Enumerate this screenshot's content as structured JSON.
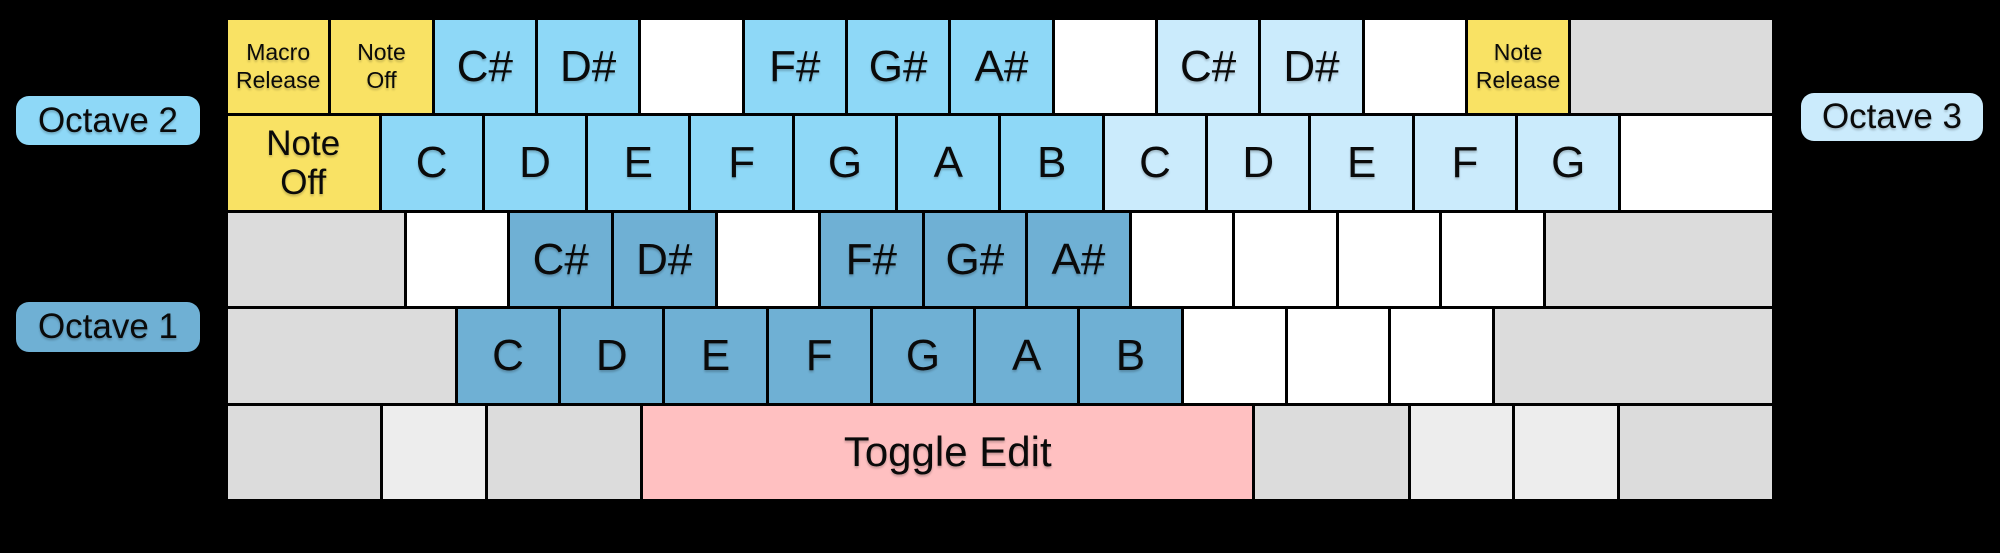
{
  "colors": {
    "background": "#000000",
    "yellow": "#F9E264",
    "octave1": "#6FB0D4",
    "octave2": "#8ED8F7",
    "octave3": "#CBEBFC",
    "pink": "#FFC0C1",
    "gray": "#DCDCDC",
    "lightgray": "#EDEDED",
    "white": "#FFFFFF"
  },
  "octave_labels": {
    "octave1": "Octave 1",
    "octave2": "Octave 2",
    "octave3": "Octave 3"
  },
  "keyboard": {
    "rows": [
      {
        "keys": [
          {
            "name": "key-macro-release",
            "label": "Macro\nRelease",
            "color": "yellow",
            "w": 1,
            "size": "small"
          },
          {
            "name": "key-note-off-top",
            "label": "Note\nOff",
            "color": "yellow",
            "w": 1,
            "size": "small"
          },
          {
            "name": "key-csharp-octave2",
            "label": "C#",
            "color": "octave2",
            "w": 1,
            "size": "note"
          },
          {
            "name": "key-dsharp-octave2",
            "label": "D#",
            "color": "octave2",
            "w": 1,
            "size": "note"
          },
          {
            "name": "key-blank",
            "label": "",
            "color": "white",
            "w": 1,
            "size": "note"
          },
          {
            "name": "key-fsharp-octave2",
            "label": "F#",
            "color": "octave2",
            "w": 1,
            "size": "note"
          },
          {
            "name": "key-gsharp-octave2",
            "label": "G#",
            "color": "octave2",
            "w": 1,
            "size": "note"
          },
          {
            "name": "key-asharp-octave2",
            "label": "A#",
            "color": "octave2",
            "w": 1,
            "size": "note"
          },
          {
            "name": "key-blank",
            "label": "",
            "color": "white",
            "w": 1,
            "size": "note"
          },
          {
            "name": "key-csharp-octave3",
            "label": "C#",
            "color": "octave3",
            "w": 1,
            "size": "note"
          },
          {
            "name": "key-dsharp-octave3",
            "label": "D#",
            "color": "octave3",
            "w": 1,
            "size": "note"
          },
          {
            "name": "key-blank",
            "label": "",
            "color": "white",
            "w": 1,
            "size": "note"
          },
          {
            "name": "key-note-release",
            "label": "Note\nRelease",
            "color": "yellow",
            "w": 1,
            "size": "small"
          },
          {
            "name": "key-backspace",
            "label": "",
            "color": "gray",
            "w": 2,
            "size": "note"
          }
        ]
      },
      {
        "keys": [
          {
            "name": "key-note-off-tab",
            "label": "Note\nOff",
            "color": "yellow",
            "w": 1.5,
            "size": "tab"
          },
          {
            "name": "key-c-octave2",
            "label": "C",
            "color": "octave2",
            "w": 1,
            "size": "note"
          },
          {
            "name": "key-d-octave2",
            "label": "D",
            "color": "octave2",
            "w": 1,
            "size": "note"
          },
          {
            "name": "key-e-octave2",
            "label": "E",
            "color": "octave2",
            "w": 1,
            "size": "note"
          },
          {
            "name": "key-f-octave2",
            "label": "F",
            "color": "octave2",
            "w": 1,
            "size": "note"
          },
          {
            "name": "key-g-octave2",
            "label": "G",
            "color": "octave2",
            "w": 1,
            "size": "note"
          },
          {
            "name": "key-a-octave2",
            "label": "A",
            "color": "octave2",
            "w": 1,
            "size": "note"
          },
          {
            "name": "key-b-octave2",
            "label": "B",
            "color": "octave2",
            "w": 1,
            "size": "note"
          },
          {
            "name": "key-c-octave3",
            "label": "C",
            "color": "octave3",
            "w": 1,
            "size": "note"
          },
          {
            "name": "key-d-octave3",
            "label": "D",
            "color": "octave3",
            "w": 1,
            "size": "note"
          },
          {
            "name": "key-e-octave3",
            "label": "E",
            "color": "octave3",
            "w": 1,
            "size": "note"
          },
          {
            "name": "key-f-octave3",
            "label": "F",
            "color": "octave3",
            "w": 1,
            "size": "note"
          },
          {
            "name": "key-g-octave3",
            "label": "G",
            "color": "octave3",
            "w": 1,
            "size": "note"
          },
          {
            "name": "key-blank",
            "label": "",
            "color": "white",
            "w": 1.5,
            "size": "note"
          }
        ]
      },
      {
        "keys": [
          {
            "name": "key-capslock",
            "label": "",
            "color": "gray",
            "w": 1.75,
            "size": "note"
          },
          {
            "name": "key-blank",
            "label": "",
            "color": "white",
            "w": 1,
            "size": "note"
          },
          {
            "name": "key-csharp-octave1",
            "label": "C#",
            "color": "octave1",
            "w": 1,
            "size": "note"
          },
          {
            "name": "key-dsharp-octave1",
            "label": "D#",
            "color": "octave1",
            "w": 1,
            "size": "note"
          },
          {
            "name": "key-blank",
            "label": "",
            "color": "white",
            "w": 1,
            "size": "note"
          },
          {
            "name": "key-fsharp-octave1",
            "label": "F#",
            "color": "octave1",
            "w": 1,
            "size": "note"
          },
          {
            "name": "key-gsharp-octave1",
            "label": "G#",
            "color": "octave1",
            "w": 1,
            "size": "note"
          },
          {
            "name": "key-asharp-octave1",
            "label": "A#",
            "color": "octave1",
            "w": 1,
            "size": "note"
          },
          {
            "name": "key-blank",
            "label": "",
            "color": "white",
            "w": 1,
            "size": "note"
          },
          {
            "name": "key-blank",
            "label": "",
            "color": "white",
            "w": 1,
            "size": "note"
          },
          {
            "name": "key-blank",
            "label": "",
            "color": "white",
            "w": 1,
            "size": "note"
          },
          {
            "name": "key-blank",
            "label": "",
            "color": "white",
            "w": 1,
            "size": "note"
          },
          {
            "name": "key-enter",
            "label": "",
            "color": "gray",
            "w": 2.25,
            "size": "note"
          }
        ]
      },
      {
        "keys": [
          {
            "name": "key-shift-left",
            "label": "",
            "color": "gray",
            "w": 2.25,
            "size": "note"
          },
          {
            "name": "key-c-octave1",
            "label": "C",
            "color": "octave1",
            "w": 1,
            "size": "note"
          },
          {
            "name": "key-d-octave1",
            "label": "D",
            "color": "octave1",
            "w": 1,
            "size": "note"
          },
          {
            "name": "key-e-octave1",
            "label": "E",
            "color": "octave1",
            "w": 1,
            "size": "note"
          },
          {
            "name": "key-f-octave1",
            "label": "F",
            "color": "octave1",
            "w": 1,
            "size": "note"
          },
          {
            "name": "key-g-octave1",
            "label": "G",
            "color": "octave1",
            "w": 1,
            "size": "note"
          },
          {
            "name": "key-a-octave1",
            "label": "A",
            "color": "octave1",
            "w": 1,
            "size": "note"
          },
          {
            "name": "key-b-octave1",
            "label": "B",
            "color": "octave1",
            "w": 1,
            "size": "note"
          },
          {
            "name": "key-blank",
            "label": "",
            "color": "white",
            "w": 1,
            "size": "note"
          },
          {
            "name": "key-blank",
            "label": "",
            "color": "white",
            "w": 1,
            "size": "note"
          },
          {
            "name": "key-blank",
            "label": "",
            "color": "white",
            "w": 1,
            "size": "note"
          },
          {
            "name": "key-shift-right",
            "label": "",
            "color": "gray",
            "w": 2.75,
            "size": "note"
          }
        ]
      },
      {
        "keys": [
          {
            "name": "key-ctrl-left",
            "label": "",
            "color": "gray",
            "w": 1.5,
            "size": "note"
          },
          {
            "name": "key-win-left",
            "label": "",
            "color": "lightgray",
            "w": 1,
            "size": "note"
          },
          {
            "name": "key-alt-left",
            "label": "",
            "color": "gray",
            "w": 1.5,
            "size": "note"
          },
          {
            "name": "key-space-toggle-edit",
            "label": "Toggle Edit",
            "color": "pink",
            "w": 6,
            "size": "space"
          },
          {
            "name": "key-alt-right",
            "label": "",
            "color": "gray",
            "w": 1.5,
            "size": "note"
          },
          {
            "name": "key-win-right",
            "label": "",
            "color": "lightgray",
            "w": 1,
            "size": "note"
          },
          {
            "name": "key-menu",
            "label": "",
            "color": "lightgray",
            "w": 1,
            "size": "note"
          },
          {
            "name": "key-ctrl-right",
            "label": "",
            "color": "gray",
            "w": 1.5,
            "size": "note"
          }
        ]
      }
    ]
  }
}
